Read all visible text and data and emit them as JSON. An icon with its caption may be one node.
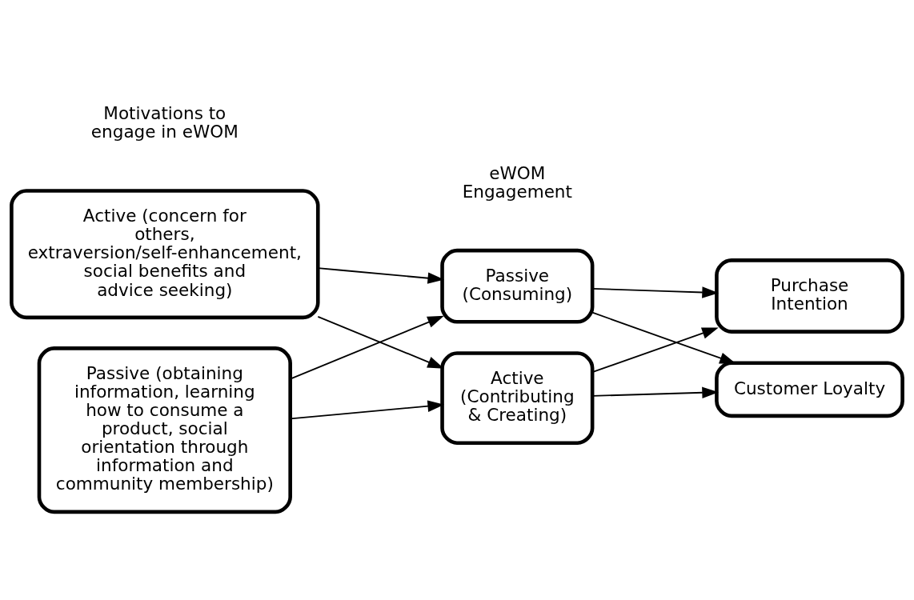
{
  "diagram": {
    "nodes": [
      {
        "text": [
          "Active (concern for others, extraversion/self-enhancement, social benefits and advice seeking)"
        ]
      },
      {
        "text": [
          "Passive (obtaining information, learning how to consume a product, social orientation through information and community membership)"
        ]
      },
      {
        "text": [
          "Passive (Consuming)"
        ]
      },
      {
        "text": [
          "Active (Contributing & Creating)"
        ]
      },
      {
        "text": [
          "Purchase Intention"
        ]
      },
      {
        "text": [
          "Customer Loyalty"
        ]
      }
    ],
    "edges": [
      {
        "from": 0,
        "to": 2,
        "arrow": "to"
      },
      {
        "from": 0,
        "to": 3,
        "arrow": "to"
      },
      {
        "from": 1,
        "to": 2,
        "arrow": "to"
      },
      {
        "from": 1,
        "to": 3,
        "arrow": "to"
      },
      {
        "from": 2,
        "to": 4,
        "arrow": "to"
      },
      {
        "from": 2,
        "to": 5,
        "arrow": "to"
      },
      {
        "from": 3,
        "to": 4,
        "arrow": "to"
      },
      {
        "from": 3,
        "to": 5,
        "arrow": "to"
      }
    ],
    "labels": [
      "Motivations to engage in eWOM",
      "eWOM Engagement"
    ]
  }
}
